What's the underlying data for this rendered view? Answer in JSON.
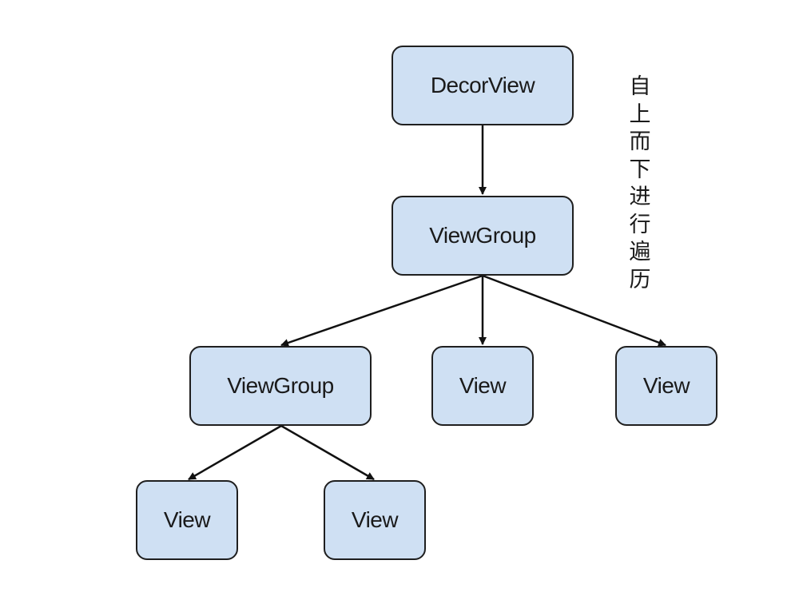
{
  "diagram": {
    "nodes": {
      "decor_view": "DecorView",
      "view_group_top": "ViewGroup",
      "view_group_child": "ViewGroup",
      "view_mid": "View",
      "view_right": "View",
      "view_leaf_left": "View",
      "view_leaf_right": "View"
    },
    "side_note": [
      "自",
      "上",
      "而",
      "下",
      "进",
      "行",
      "遍",
      "历"
    ],
    "edges": [
      {
        "from": "decor_view",
        "to": "view_group_top"
      },
      {
        "from": "view_group_top",
        "to": "view_group_child"
      },
      {
        "from": "view_group_top",
        "to": "view_mid"
      },
      {
        "from": "view_group_top",
        "to": "view_right"
      },
      {
        "from": "view_group_child",
        "to": "view_leaf_left"
      },
      {
        "from": "view_group_child",
        "to": "view_leaf_right"
      }
    ],
    "colors": {
      "node_fill": "#cfe0f3",
      "node_border": "#1f1f1f",
      "edge": "#111111"
    }
  }
}
